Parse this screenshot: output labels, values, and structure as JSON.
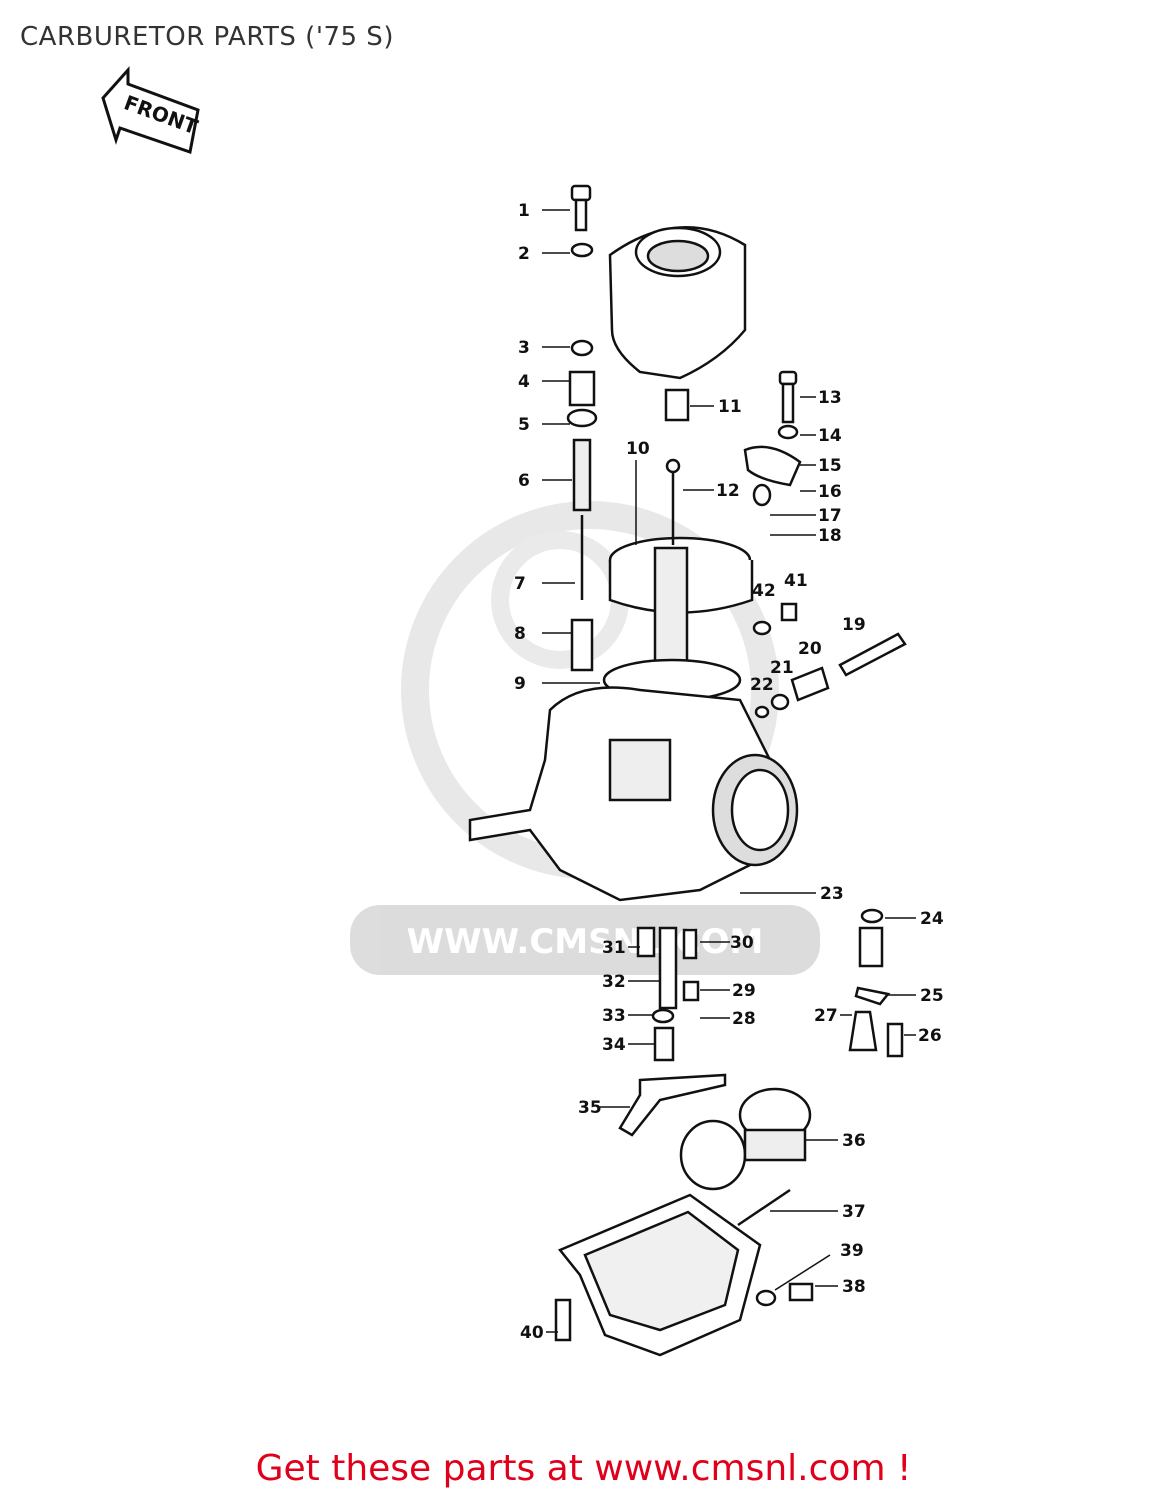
{
  "title": "CARBURETOR PARTS ('75 S)",
  "front_label": "FRONT",
  "watermark": "WWW.CMSNL.COM",
  "footer": "Get these parts at www.cmsnl.com !",
  "callouts": [
    "1",
    "2",
    "3",
    "4",
    "5",
    "6",
    "7",
    "8",
    "9",
    "10",
    "11",
    "12",
    "13",
    "14",
    "15",
    "16",
    "17",
    "18",
    "19",
    "20",
    "21",
    "22",
    "23",
    "24",
    "25",
    "26",
    "27",
    "28",
    "29",
    "30",
    "31",
    "32",
    "33",
    "34",
    "35",
    "36",
    "37",
    "38",
    "39",
    "40",
    "41",
    "42"
  ]
}
